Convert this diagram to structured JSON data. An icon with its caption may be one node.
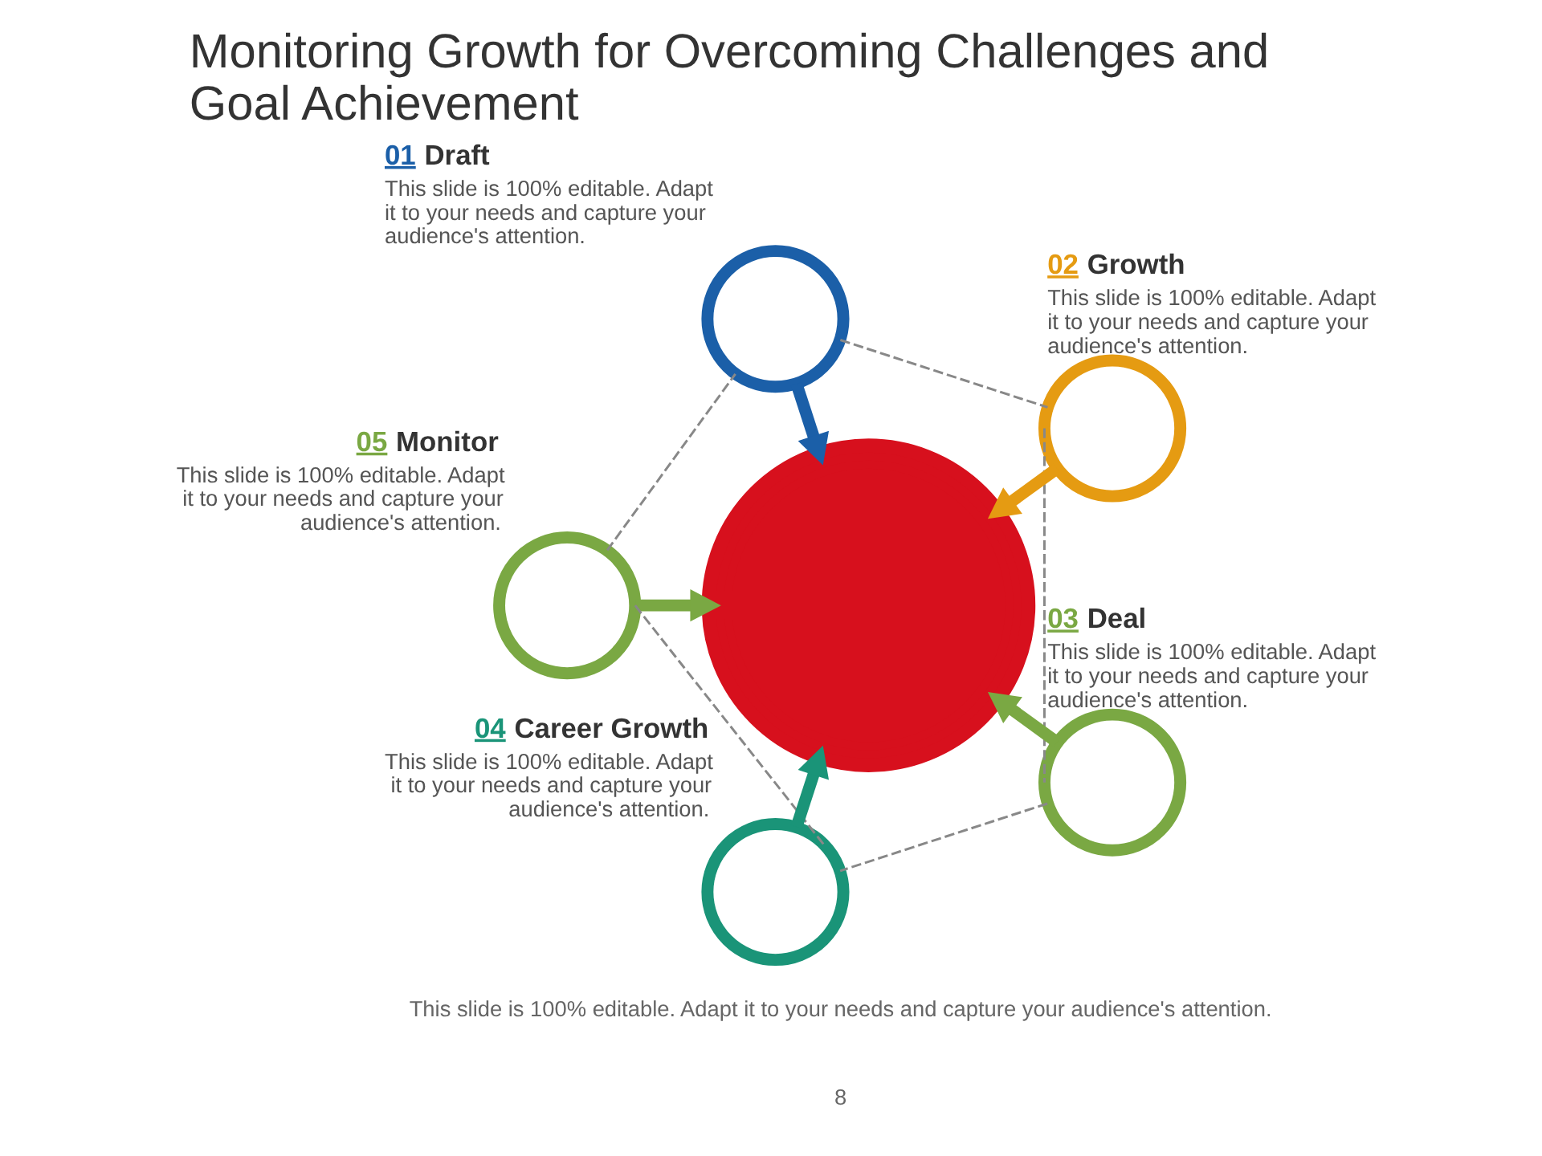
{
  "diagram": {
    "title": "Monitoring Growth for Overcoming Challenges and Goal Achievement",
    "nodes": [
      {
        "text": [],
        "shape": "circle",
        "beside": [
          "01 Draft",
          "This slide is 100% editable. Adapt it to your needs and capture your audience's attention."
        ]
      },
      {
        "text": [],
        "shape": "circle",
        "beside": [
          "02 Growth",
          "This slide is 100% editable. Adapt it to your needs and capture your audience's attention."
        ]
      },
      {
        "text": [],
        "shape": "circle",
        "beside": [
          "03 Deal",
          "This slide is 100% editable. Adapt it to your needs and capture your audience's attention."
        ]
      },
      {
        "text": [],
        "shape": "circle",
        "beside": [
          "04 Career Growth",
          "This slide is 100% editable. Adapt it to your needs and capture your audience's attention."
        ]
      },
      {
        "text": [],
        "shape": "circle",
        "beside": [
          "05 Monitor",
          "This slide is 100% editable. Adapt it to your needs and capture your audience's attention."
        ]
      },
      {
        "text": [],
        "shape": "target"
      }
    ],
    "edges": [
      {
        "from": 0,
        "to": 5,
        "arrow": "to",
        "style": "thick",
        "color": "#1b5fa8"
      },
      {
        "from": 1,
        "to": 5,
        "arrow": "to",
        "style": "thick",
        "color": "#e59b12"
      },
      {
        "from": 2,
        "to": 5,
        "arrow": "to",
        "style": "thick",
        "color": "#7aa843"
      },
      {
        "from": 3,
        "to": 5,
        "arrow": "to",
        "style": "thick",
        "color": "#1a9478"
      },
      {
        "from": 4,
        "to": 5,
        "arrow": "to",
        "style": "thick",
        "color": "#7aa843"
      },
      {
        "from": 0,
        "to": 1,
        "arrow": "none",
        "style": "dashed"
      },
      {
        "from": 1,
        "to": 2,
        "arrow": "none",
        "style": "dashed"
      },
      {
        "from": 2,
        "to": 3,
        "arrow": "none",
        "style": "dashed"
      },
      {
        "from": 3,
        "to": 4,
        "arrow": "none",
        "style": "dashed"
      },
      {
        "from": 4,
        "to": 0,
        "arrow": "none",
        "style": "dashed"
      }
    ],
    "labels": [
      "This slide is 100% editable. Adapt it to your needs and capture your audience's attention.",
      "8"
    ]
  }
}
